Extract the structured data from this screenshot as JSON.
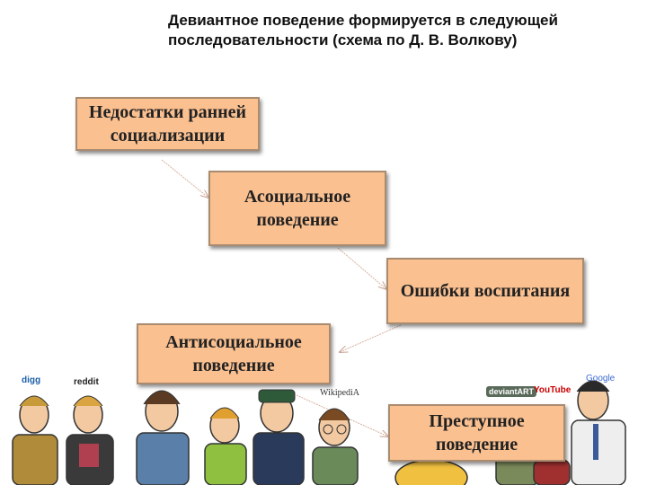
{
  "title": "Девиантное поведение формируется в следующей последовательности (схема по Д. В. Волкову)",
  "boxes": {
    "b1": "Недостатки ранней социализации",
    "b2": "Асоциальное поведение",
    "b3": "Ошибки воспитания",
    "b4": "Антисоциальное поведение",
    "b5": "Преступное поведение"
  },
  "logos": {
    "digg": "digg",
    "reddit": "reddit",
    "wikipedia": "WikipediA",
    "deviantart": "deviantART",
    "youtube": "YouTube",
    "google": "Google"
  },
  "colors": {
    "box_fill": "#fac090",
    "box_border": "#a98b70",
    "arrow": "#d8a080"
  }
}
